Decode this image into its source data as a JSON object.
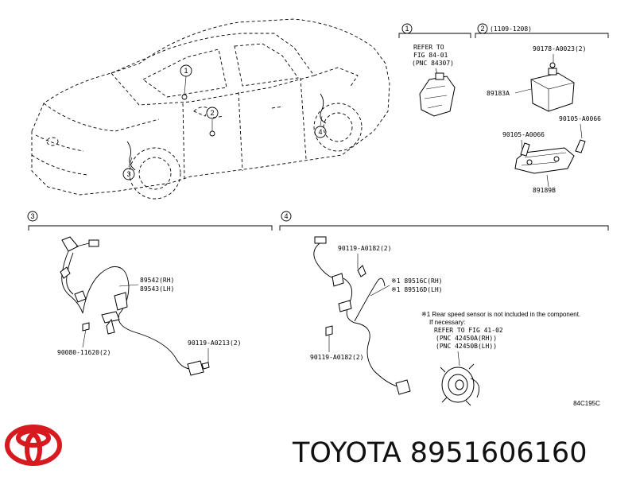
{
  "brand": {
    "name": "TOYOTA",
    "part_number": "8951606160",
    "logo_color": "#d71920"
  },
  "diagram": {
    "figure_code": "84C195C",
    "panels": [
      {
        "id": "1",
        "lines": [
          "REFER TO",
          "FIG 84-01",
          "(PNC 84307)"
        ]
      },
      {
        "id": "2",
        "note": "(1109-1208)",
        "labels": [
          "90178-A0023(2)",
          "89183A",
          "90105-A0066",
          "90105-A0066",
          "89189B"
        ]
      },
      {
        "id": "3",
        "labels": [
          "89542(RH)",
          "89543(LH)",
          "90080-11620(2)",
          "90119-A0213(2)"
        ]
      },
      {
        "id": "4",
        "labels": [
          "90119-A0182(2)",
          "※1 89516C(RH)",
          "※1 89516D(LH)",
          "90119-A0182(2)"
        ],
        "note_lines": [
          "※1 Rear speed sensor is not included in the component.",
          "If necessary:",
          "REFER TO FIG 41-02",
          "(PNC 42450A(RH))",
          "(PNC 42450B(LH))"
        ]
      }
    ],
    "car_callouts": [
      "1",
      "2",
      "3",
      "4"
    ]
  }
}
